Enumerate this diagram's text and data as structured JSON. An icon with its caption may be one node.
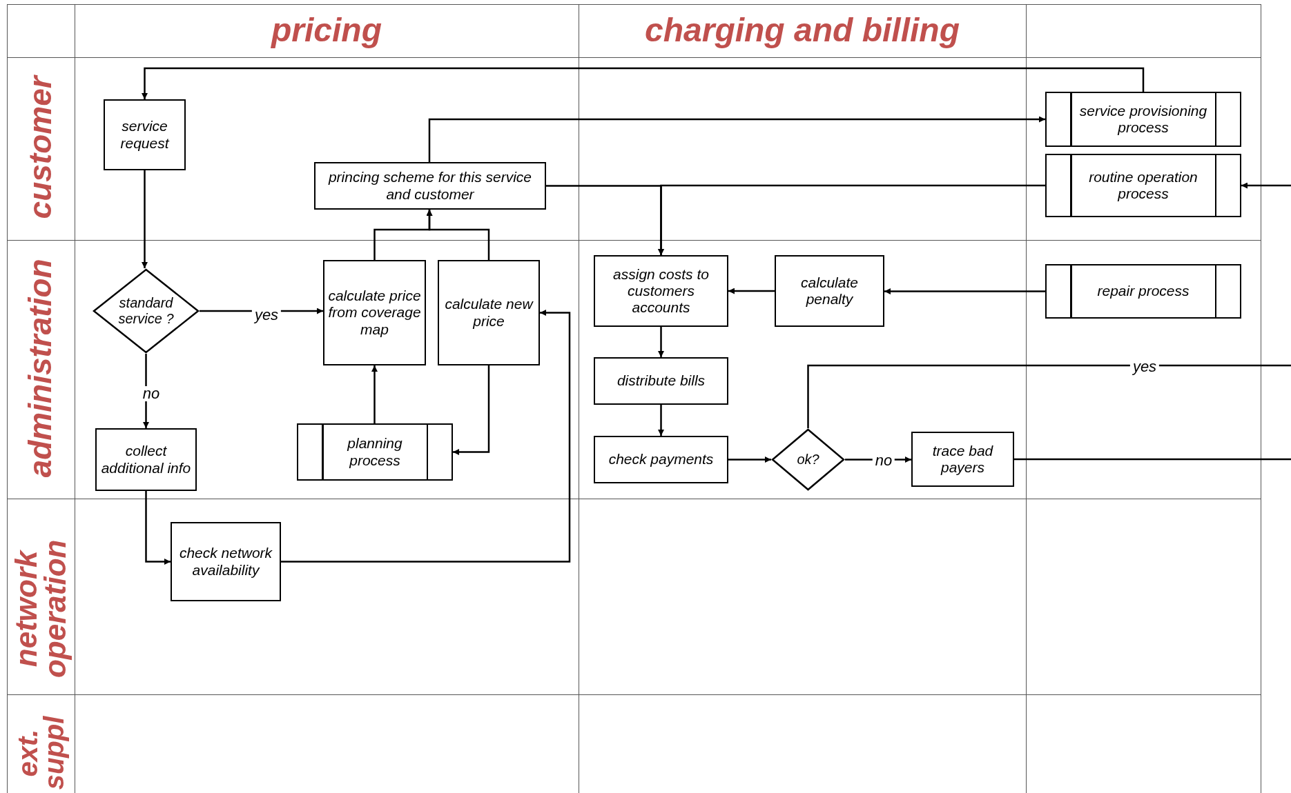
{
  "diagram": {
    "nodes": [
      {
        "text": [
          "service request"
        ]
      },
      {
        "text": [
          "princing scheme for this service and customer"
        ]
      },
      {
        "text": [
          "service provisioning process"
        ]
      },
      {
        "text": [
          "routine operation process"
        ]
      },
      {
        "text": [
          "standard service ?"
        ]
      },
      {
        "text": [
          "calculate price from coverage map"
        ]
      },
      {
        "text": [
          "calculate new price"
        ]
      },
      {
        "text": [
          "assign costs to customers accounts"
        ]
      },
      {
        "text": [
          "calculate penalty"
        ]
      },
      {
        "text": [
          "repair process"
        ]
      },
      {
        "text": [
          "distribute bills"
        ]
      },
      {
        "text": [
          "collect additional info"
        ]
      },
      {
        "text": [
          "planning process"
        ]
      },
      {
        "text": [
          "check payments"
        ]
      },
      {
        "text": [
          "ok?"
        ]
      },
      {
        "text": [
          "trace bad payers"
        ]
      },
      {
        "text": [
          "check network availability"
        ]
      }
    ],
    "edges": [
      {
        "from": 2,
        "to": 0,
        "arrow": "to"
      },
      {
        "from": 0,
        "to": 4,
        "arrow": "to"
      },
      {
        "from": 4,
        "to": 5,
        "label": "yes",
        "arrow": "to"
      },
      {
        "from": 4,
        "to": 11,
        "label": "no",
        "arrow": "to"
      },
      {
        "from": 5,
        "to": 1,
        "arrow": "to"
      },
      {
        "from": 6,
        "to": 1,
        "arrow": "to"
      },
      {
        "from": 12,
        "to": 5,
        "arrow": "to"
      },
      {
        "from": 6,
        "to": 12,
        "arrow": "to"
      },
      {
        "from": 11,
        "to": 16,
        "arrow": "to"
      },
      {
        "from": 16,
        "to": 6,
        "arrow": "to"
      },
      {
        "from": 1,
        "to": 2,
        "arrow": "to"
      },
      {
        "from": 1,
        "to": 7,
        "arrow": "to"
      },
      {
        "from": 3,
        "to": 7,
        "arrow": "to"
      },
      {
        "from": null,
        "to": 3,
        "arrow": "to"
      },
      {
        "from": 9,
        "to": 8,
        "arrow": "to"
      },
      {
        "from": 8,
        "to": 7,
        "arrow": "to"
      },
      {
        "from": 7,
        "to": 10,
        "arrow": "to"
      },
      {
        "from": 10,
        "to": 13,
        "arrow": "to"
      },
      {
        "from": 13,
        "to": 14,
        "arrow": "to"
      },
      {
        "from": 14,
        "to": 15,
        "label": "no",
        "arrow": "to"
      },
      {
        "from": 14,
        "to": null,
        "label": "yes",
        "arrow": "none"
      },
      {
        "from": 15,
        "to": null,
        "arrow": "none"
      }
    ],
    "labels": [
      "pricing",
      "charging and billing",
      "customer",
      "administration",
      "network operation",
      "ext. suppl"
    ]
  }
}
